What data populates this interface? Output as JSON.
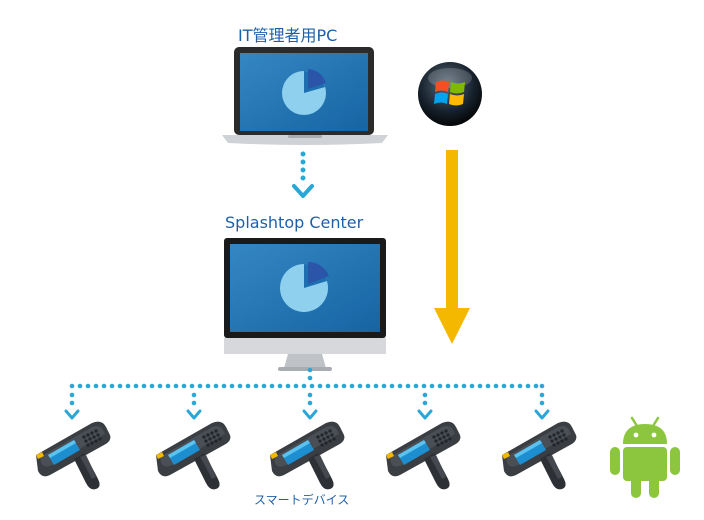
{
  "it_pc": {
    "label": "IT管理者用PC"
  },
  "center": {
    "label": "Splashtop Center"
  },
  "devices": {
    "label": "スマートデバイス",
    "count": 5
  },
  "os_icons": [
    "windows-logo-icon",
    "android-robot-icon"
  ],
  "colors": {
    "label_blue": "#1f5fa8",
    "connector": "#2aa7d6",
    "arrow_yellow": "#f5b800",
    "android_green": "#8cc63f",
    "screen_blue": "#1d6fb0"
  }
}
